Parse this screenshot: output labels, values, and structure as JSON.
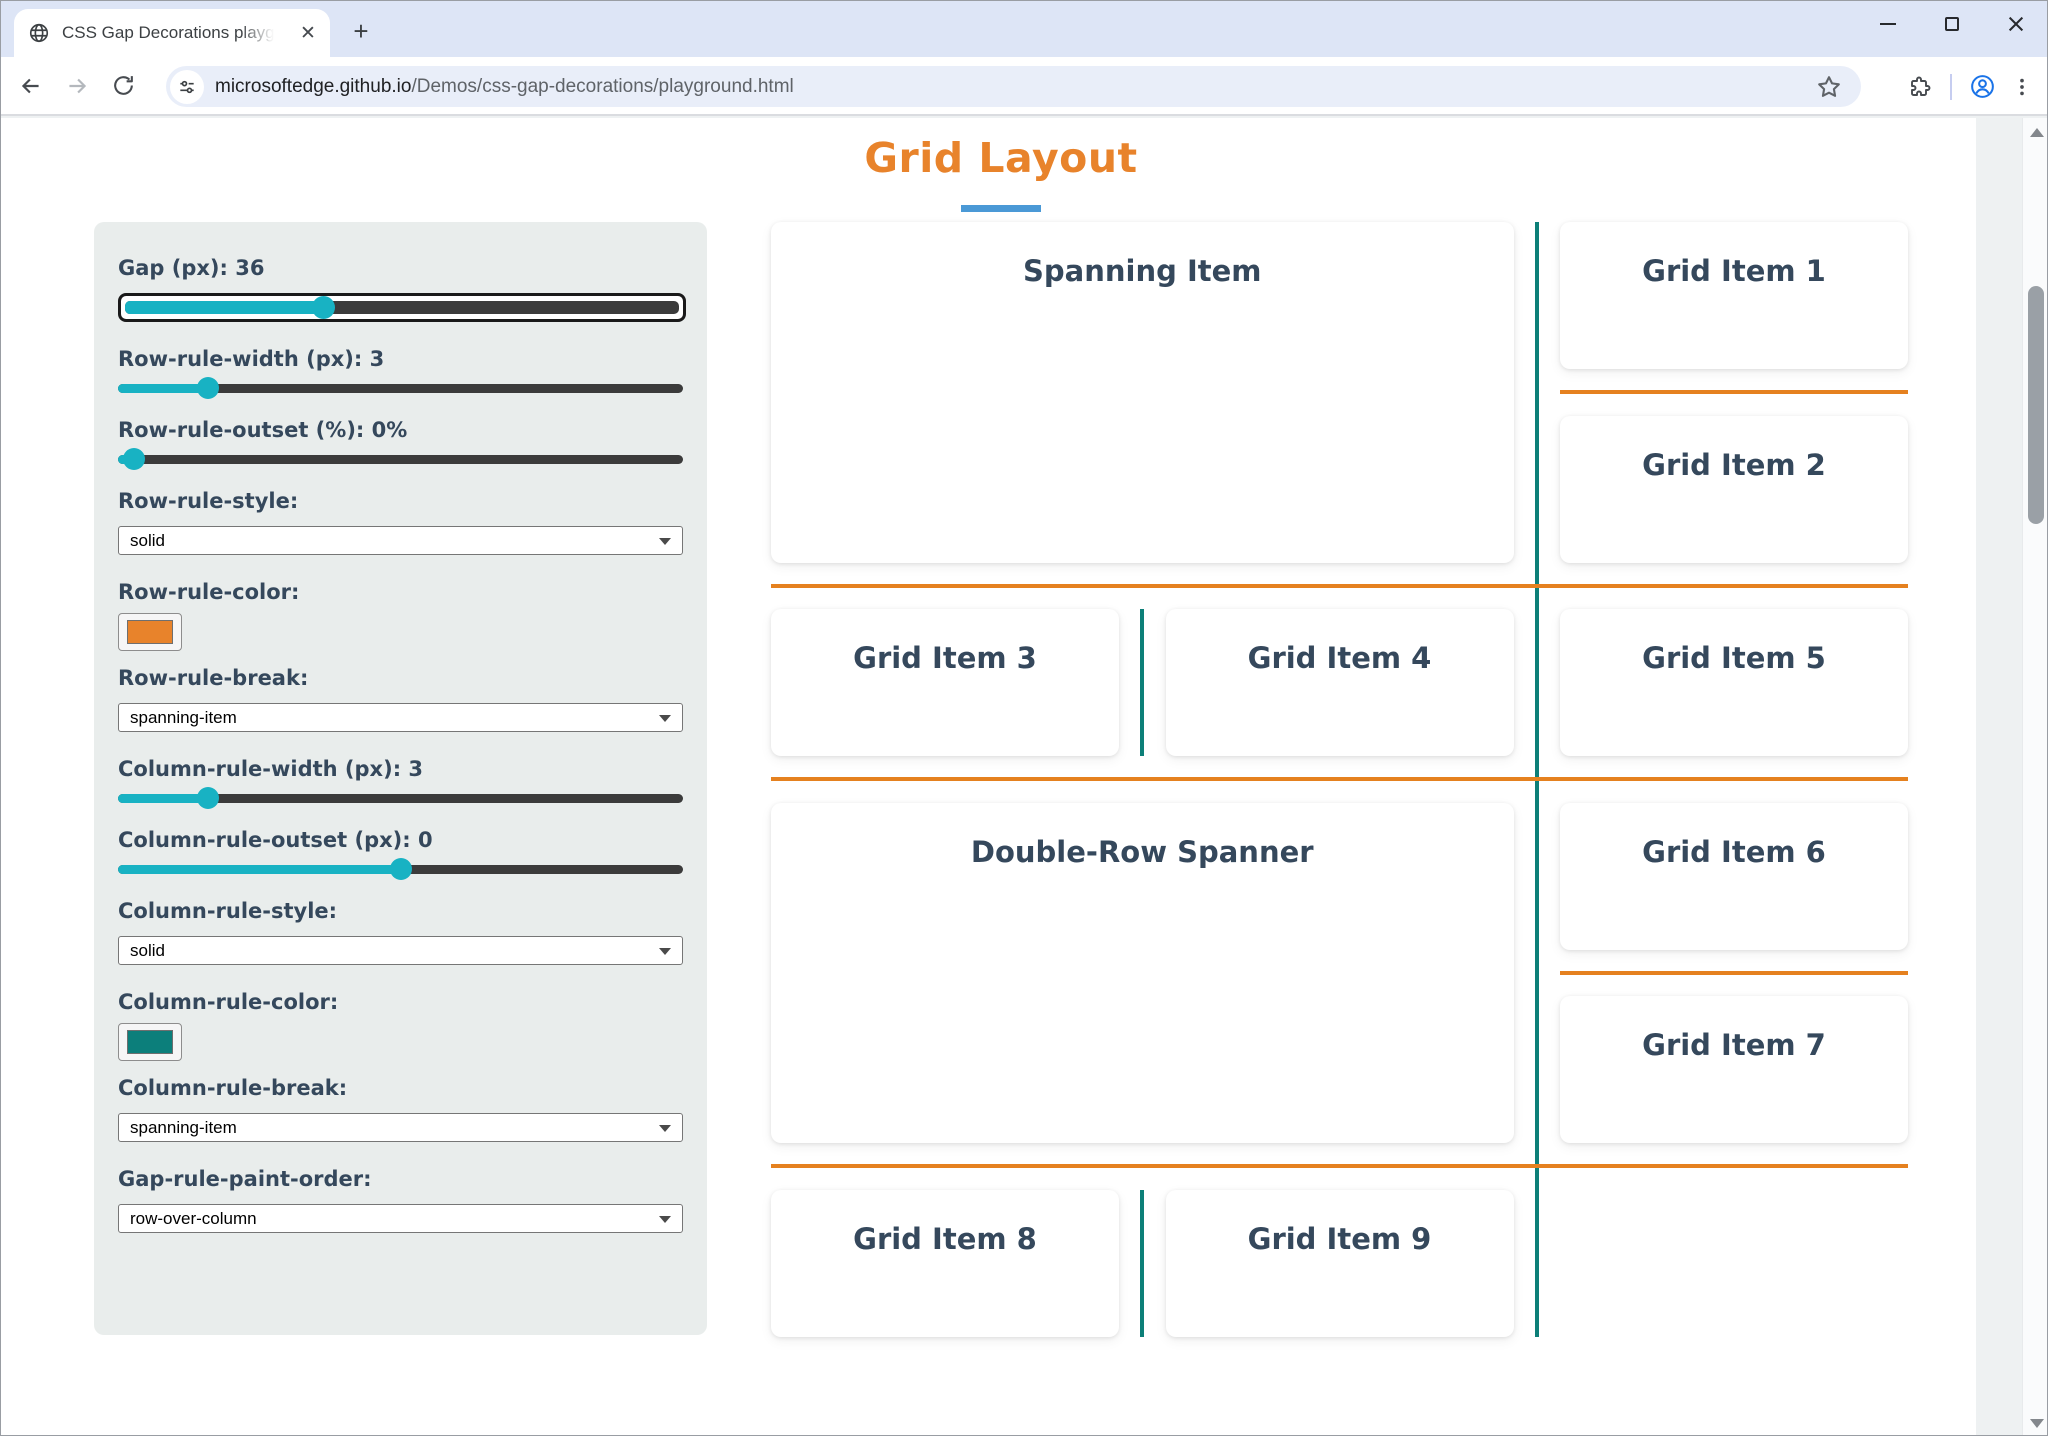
{
  "browser": {
    "tab": {
      "title": "CSS Gap Decorations playgroun",
      "favicon": "globe-icon"
    },
    "url": {
      "domain": "microsoftedge.github.io",
      "path": "/Demos/css-gap-decorations/playground.html"
    }
  },
  "page": {
    "title": "Grid Layout",
    "colors": {
      "title_orange": "#e8832b",
      "title_underline_blue": "#4a99d6",
      "row_rule_orange": "#e5811f",
      "column_rule_teal": "#0d7f78",
      "slider_teal": "#18b2c3",
      "label_navy": "#35485c",
      "panel_background": "#e9edec"
    },
    "panel": {
      "controls": [
        {
          "type": "slider",
          "label": "Gap (px): 36",
          "value": 36,
          "percent": 36,
          "focused": true
        },
        {
          "type": "slider",
          "label": "Row-rule-width (px): 3",
          "value": 3,
          "percent": 16
        },
        {
          "type": "slider",
          "label": "Row-rule-outset (%): 0%",
          "value": "0%",
          "percent": 2
        },
        {
          "type": "select",
          "label": "Row-rule-style:",
          "value": "solid"
        },
        {
          "type": "color",
          "label": "Row-rule-color:",
          "value": "#e8832b"
        },
        {
          "type": "select",
          "label": "Row-rule-break:",
          "value": "spanning-item"
        },
        {
          "type": "slider",
          "label": "Column-rule-width (px): 3",
          "value": 3,
          "percent": 16
        },
        {
          "type": "slider",
          "label": "Column-rule-outset (px): 0",
          "value": 0,
          "percent": 50
        },
        {
          "type": "select",
          "label": "Column-rule-style:",
          "value": "solid"
        },
        {
          "type": "color",
          "label": "Column-rule-color:",
          "value": "#0c7f7b"
        },
        {
          "type": "select",
          "label": "Column-rule-break:",
          "value": "spanning-item"
        },
        {
          "type": "select",
          "label": "Gap-rule-paint-order:",
          "value": "row-over-column"
        }
      ]
    },
    "grid": {
      "items": [
        {
          "label": "Spanning Item"
        },
        {
          "label": "Grid Item 1"
        },
        {
          "label": "Grid Item 2"
        },
        {
          "label": "Grid Item 3"
        },
        {
          "label": "Grid Item 4"
        },
        {
          "label": "Grid Item 5"
        },
        {
          "label": "Double-Row Spanner"
        },
        {
          "label": "Grid Item 6"
        },
        {
          "label": "Grid Item 7"
        },
        {
          "label": "Grid Item 8"
        },
        {
          "label": "Grid Item 9"
        }
      ]
    }
  }
}
